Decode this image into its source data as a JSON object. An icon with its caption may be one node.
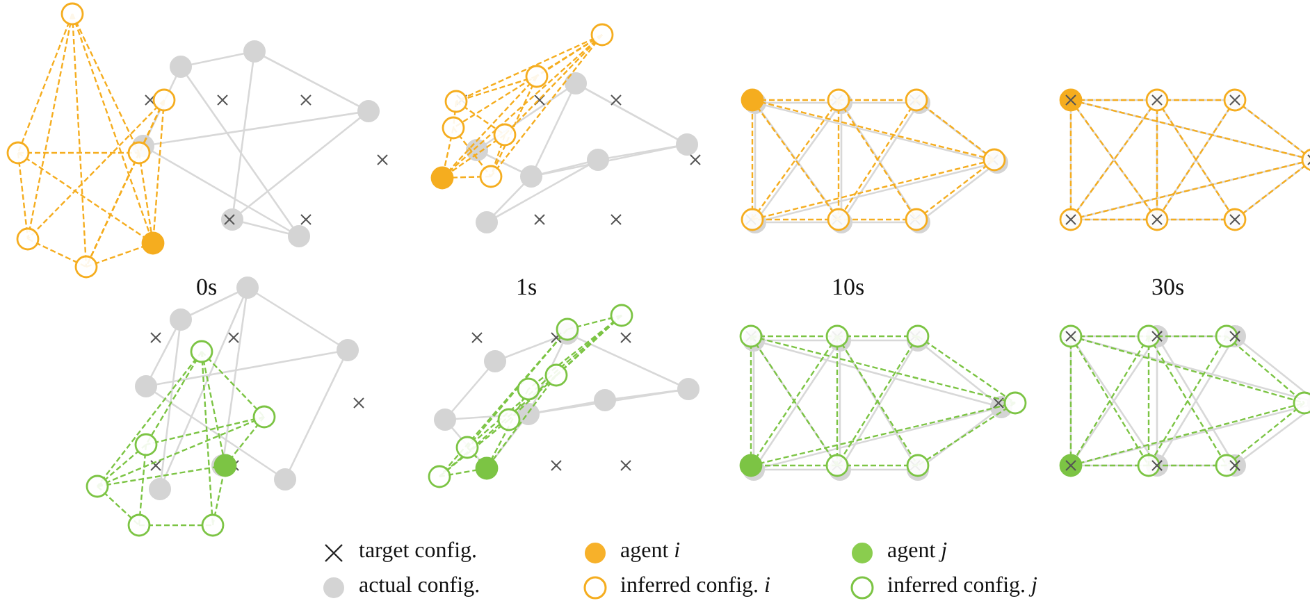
{
  "diagram": {
    "labels": [
      "0s",
      "1s",
      "10s",
      "30s"
    ],
    "legend": [
      {
        "text": "target config."
      },
      {
        "text": "agent *i*",
        "color": "#f7b12a"
      },
      {
        "text": "agent *j*",
        "color": "#8acd4e"
      },
      {
        "text": "actual config.",
        "color": "#d4d4d4"
      },
      {
        "text": "inferred config. *i*"
      },
      {
        "text": "inferred config. *j*"
      }
    ]
  }
}
